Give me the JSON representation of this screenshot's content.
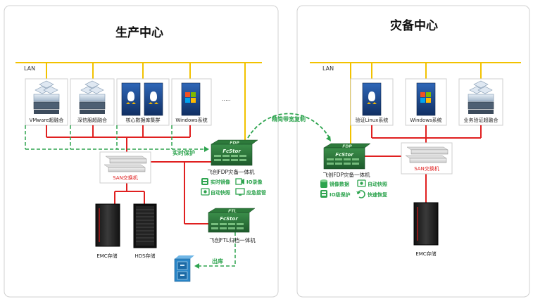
{
  "left_panel": {
    "title": "生产中心",
    "lan_label": "LAN",
    "servers": [
      {
        "label": "VMware超融合"
      },
      {
        "label": "深信服超融合"
      },
      {
        "label": "核心数据库集群"
      },
      {
        "label": "Windows系统"
      }
    ],
    "ellipsis": ".....",
    "san_switch_label": "SAN交换机",
    "realtime_protect_label": "实时保护",
    "fdp_device": {
      "top_logo": "FDP",
      "front_logo": "FcStor",
      "label": "飞创FDP灾备一体机"
    },
    "fdp_features": [
      {
        "icon": "realtime-mirror-icon",
        "label": "实时镜像"
      },
      {
        "icon": "io-recorder-icon",
        "label": "IO录像"
      },
      {
        "icon": "auto-snapshot-icon",
        "label": "自动快照"
      },
      {
        "icon": "emergency-takeover-icon",
        "label": "应急接管"
      }
    ],
    "ftl_device": {
      "top_logo": "FTL",
      "front_logo": "FcStor",
      "label": "飞创FTL归档一体机"
    },
    "storage": [
      {
        "label": "EMC存储"
      },
      {
        "label": "HDS存储"
      }
    ],
    "export_label": "出库"
  },
  "link_label": "精简带宽复制",
  "right_panel": {
    "title": "灾备中心",
    "lan_label": "LAN",
    "servers": [
      {
        "label": "验证Linux系统"
      },
      {
        "label": "Windows系统"
      },
      {
        "label": "业务验证超融合"
      }
    ],
    "san_switch_label": "SAN交换机",
    "fdp_device": {
      "top_logo": "FDP",
      "front_logo": "FcStor",
      "label": "飞创FDP灾备一体机"
    },
    "fdp_features": [
      {
        "icon": "mirror-data-icon",
        "label": "镜像数据"
      },
      {
        "icon": "auto-snapshot-icon",
        "label": "自动快照"
      },
      {
        "icon": "io-protect-icon",
        "label": "IO级保护"
      },
      {
        "icon": "fast-recovery-icon",
        "label": "快速恢复"
      }
    ],
    "storage": [
      {
        "label": "EMC存储"
      }
    ]
  },
  "colors": {
    "lan_line": "#f2c200",
    "san_line": "#e02020",
    "green": "#2ea44f",
    "server_blue": "#1e4a8c",
    "panel_border": "#d0d0d0"
  }
}
